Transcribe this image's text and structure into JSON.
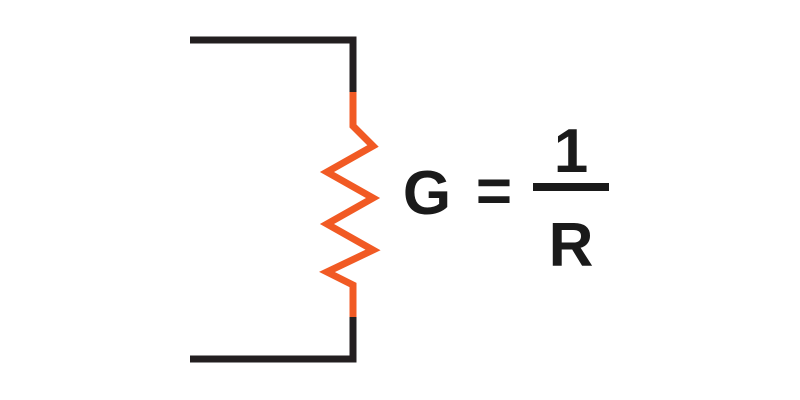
{
  "diagram": {
    "colors": {
      "wire": "#231f20",
      "resistor": "#f15a24",
      "text": "#1a1a1a",
      "background": "#ffffff"
    },
    "equation": {
      "lhs": "G",
      "equals": "=",
      "numerator": "1",
      "denominator": "R"
    }
  }
}
